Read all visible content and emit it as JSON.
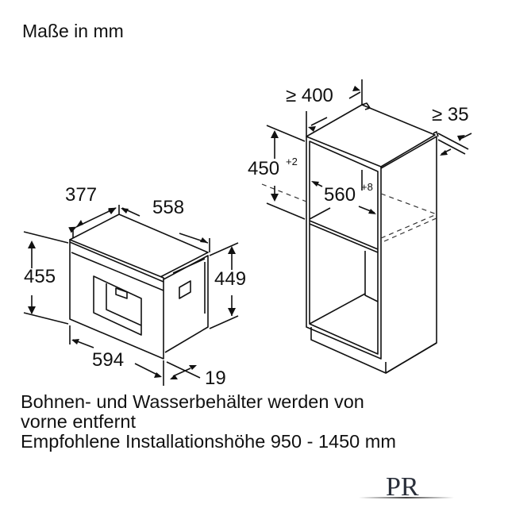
{
  "title": "Maße in mm",
  "appliance": {
    "dims": {
      "depth_visible": "377",
      "depth_total": "558",
      "height_front": "455",
      "height_body": "449",
      "width_front": "594",
      "front_thickness": "19"
    }
  },
  "cabinet": {
    "dims": {
      "depth_min": "≥ 400",
      "rear_gap_min": "≥ 35",
      "niche_height": "450",
      "niche_height_tol": "+2",
      "niche_width": "560",
      "niche_width_tol": "+8"
    }
  },
  "notes": [
    "Bohnen- und Wasserbehälter werden von",
    "vorne entfernt",
    "Empfohlene Installationshöhe 950 - 1450 mm"
  ],
  "logo": {
    "text": "PR"
  }
}
